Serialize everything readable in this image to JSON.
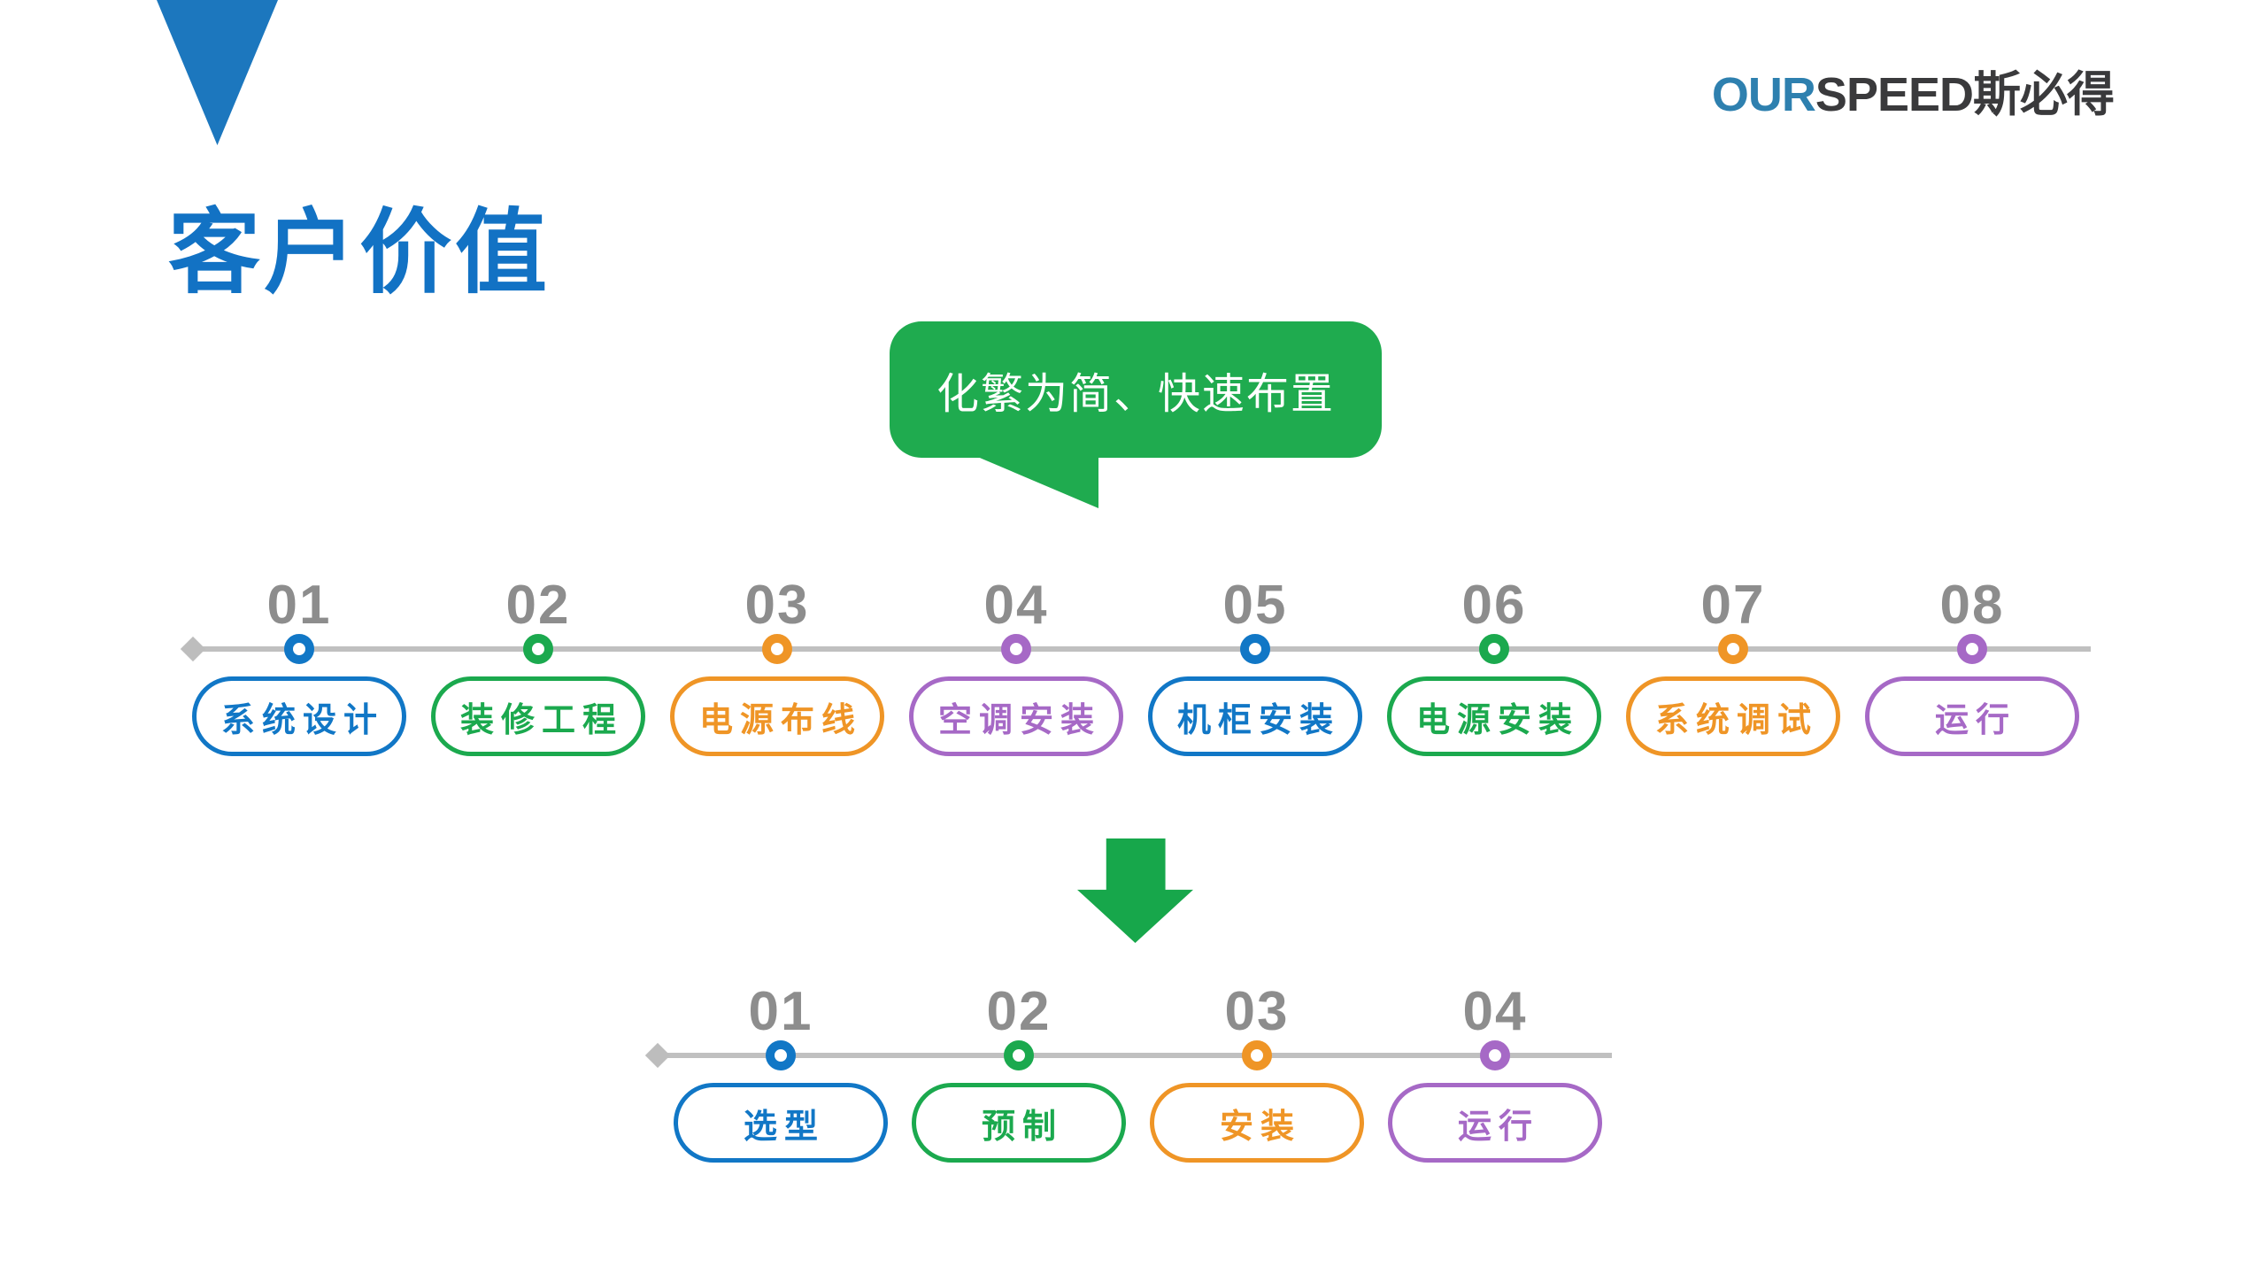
{
  "logo": {
    "prefix": "OUR",
    "suffix": "SPEED斯必得",
    "prefix_color": "#2E80AF",
    "suffix_color": "#3A3A3C"
  },
  "title": {
    "text": "客户价值",
    "color": "#1272C4"
  },
  "callout": {
    "text": "化繁为简、快速布置",
    "bg_color": "#1FAB4F",
    "text_color": "#FFFFFF"
  },
  "palette": {
    "blue": "#1177C6",
    "green": "#1BA94E",
    "orange": "#EF9526",
    "purple": "#A669C6",
    "number_gray": "#8D8D8D",
    "line_gray": "#C0C0C0",
    "triangle_blue": "#1C77BE",
    "arrow_green": "#17A74B"
  },
  "timeline_top": {
    "steps": [
      {
        "number": "01",
        "label": "系统设计",
        "color": "blue"
      },
      {
        "number": "02",
        "label": "装修工程",
        "color": "green"
      },
      {
        "number": "03",
        "label": "电源布线",
        "color": "orange"
      },
      {
        "number": "04",
        "label": "空调安装",
        "color": "purple"
      },
      {
        "number": "05",
        "label": "机柜安装",
        "color": "blue"
      },
      {
        "number": "06",
        "label": "电源安装",
        "color": "green"
      },
      {
        "number": "07",
        "label": "系统调试",
        "color": "orange"
      },
      {
        "number": "08",
        "label": "运行",
        "color": "purple"
      }
    ]
  },
  "timeline_bottom": {
    "steps": [
      {
        "number": "01",
        "label": "选型",
        "color": "blue"
      },
      {
        "number": "02",
        "label": "预制",
        "color": "green"
      },
      {
        "number": "03",
        "label": "安装",
        "color": "orange"
      },
      {
        "number": "04",
        "label": "运行",
        "color": "purple"
      }
    ]
  }
}
